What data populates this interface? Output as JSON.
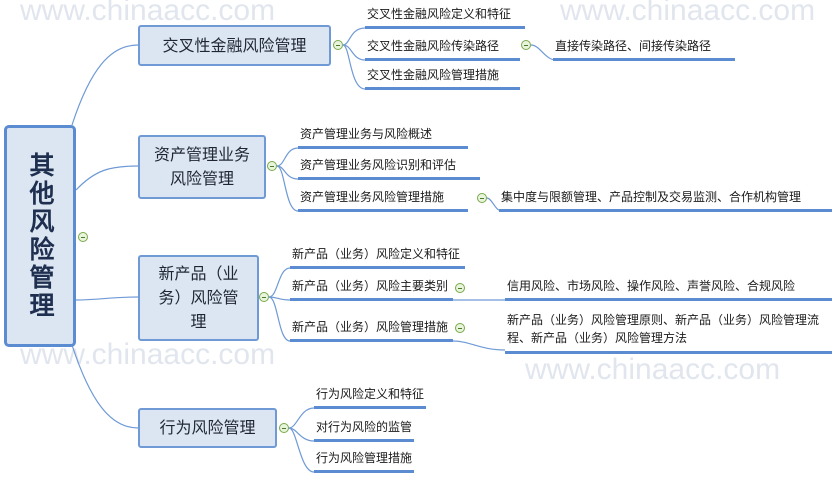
{
  "watermark": "www.chinaacc.com",
  "root": {
    "label": "其他风险管理"
  },
  "branches": [
    {
      "label": "交叉性金融风险管理",
      "children": [
        {
          "label": "交叉性金融风险定义和特征"
        },
        {
          "label": "交叉性金融风险传染路径",
          "detail": "直接传染路径、间接传染路径"
        },
        {
          "label": "交叉性金融风险管理措施"
        }
      ]
    },
    {
      "label": "资产管理业务风险管理",
      "children": [
        {
          "label": "资产管理业务与风险概述"
        },
        {
          "label": "资产管理业务风险识别和评估"
        },
        {
          "label": "资产管理业务风险管理措施",
          "detail": "集中度与限额管理、产品控制及交易监测、合作机构管理"
        }
      ]
    },
    {
      "label": "新产品（业务）风险管理",
      "children": [
        {
          "label": "新产品（业务）风险定义和特征"
        },
        {
          "label": "新产品（业务）风险主要类别",
          "detail": "信用风险、市场风险、操作风险、声誉风险、合规风险"
        },
        {
          "label": "新产品（业务）风险管理措施",
          "detail": "新产品（业务）风险管理原则、新产品（业务）风险管理流程、新产品（业务）风险管理方法"
        }
      ]
    },
    {
      "label": "行为风险管理",
      "children": [
        {
          "label": "行为风险定义和特征"
        },
        {
          "label": "对行为风险的监管"
        },
        {
          "label": "行为风险管理措施"
        }
      ]
    }
  ]
}
